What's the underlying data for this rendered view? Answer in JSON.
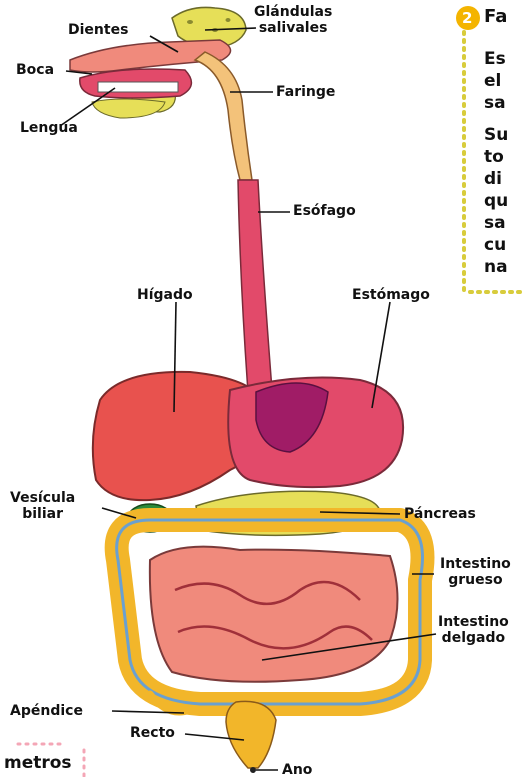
{
  "diagram": {
    "labels": {
      "glandulas": [
        "Glándulas",
        "salivales"
      ],
      "dientes": "Dientes",
      "boca": "Boca",
      "faringe": "Faringe",
      "lengua": "Lengua",
      "esofago": "Esófago",
      "higado": "Hígado",
      "estomago": "Estómago",
      "vesicula": [
        "Vesícula",
        "biliar"
      ],
      "pancreas": "Páncreas",
      "int_grueso": [
        "Intestino",
        "grueso"
      ],
      "int_delgado": [
        "Intestino",
        "delgado"
      ],
      "apendice": "Apéndice",
      "recto": "Recto",
      "ano": "Ano"
    }
  },
  "side_panel": {
    "section_number": "2",
    "heading_fragment": "Fa",
    "paragraph1": [
      "Es",
      "el",
      "sa"
    ],
    "paragraph2": [
      "Su",
      "to",
      "di",
      "qu",
      "sa",
      "cu",
      "na"
    ],
    "bottom_fragment": "metros"
  },
  "colors": {
    "organ_pink": "#e24a6a",
    "liver": "#e8524e",
    "stomach_magenta": "#a01c66",
    "intestine_small": "#f08a7c",
    "intestine_large": "#f2b62a",
    "gland_yellow": "#e6df58",
    "pharynx": "#f3c27a",
    "gallbladder": "#2c8a3a",
    "dotted_border": "#d8cc3c",
    "badge": "#f4b400"
  }
}
